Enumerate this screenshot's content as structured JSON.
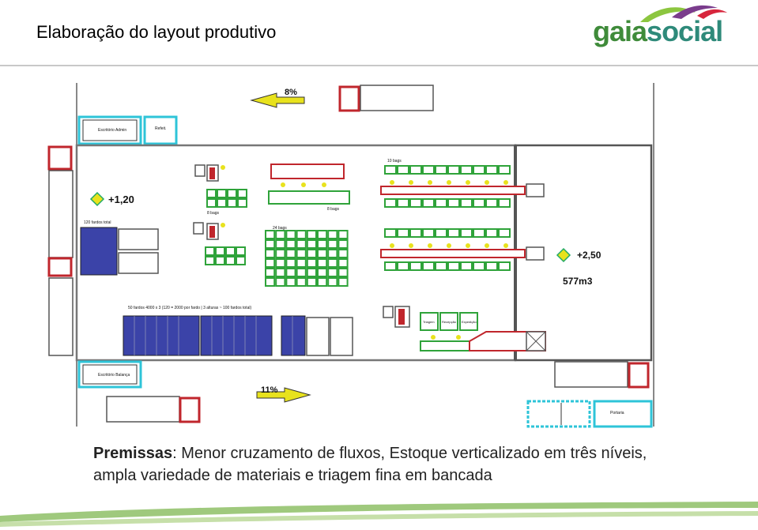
{
  "header": {
    "title": "Elaboração do layout produtivo",
    "logo_gaia": "gaia",
    "logo_social": "social"
  },
  "plan": {
    "arrow_top": "8%",
    "arrow_bottom": "11%",
    "elev_left": "+1,20",
    "elev_right": "+2,50",
    "area": "577m3",
    "label_10_bags": "10 bags",
    "label_8_bags_a": "8 bags",
    "label_8_bags_b": "8 bags",
    "label_24_bags": "24 bags",
    "label_120_fardos": "120 fardos total",
    "label_storage": "50 fardos 4000 x 3 (120 = 2000 por fardo | 3 alturas ~ 100 fardos total)",
    "office_top_left": "Escritório Admin",
    "office_top_right": "Refeit.",
    "office_bottom": "Escritório Balança",
    "bay_a": "Triagem",
    "bay_b": "Recepção",
    "bay_c": "Expedição",
    "office_bottom_right": "Portaria"
  },
  "caption": {
    "lead": "Premissas",
    "text": ": Menor cruzamento de fluxos, Estoque verticalizado em três níveis, ampla variedade de materiais e triagem fina em bancada"
  },
  "colors": {
    "wall": "#8c8c8c",
    "truck_red": "#c0262c",
    "bale_blue": "#3b43a8",
    "bench_green": "#2fa33a",
    "arrow_yellow": "#e8e21d",
    "cyan": "#2ec4d8",
    "logo_green": "#3f8b3a",
    "logo_teal": "#2e8a7a"
  }
}
